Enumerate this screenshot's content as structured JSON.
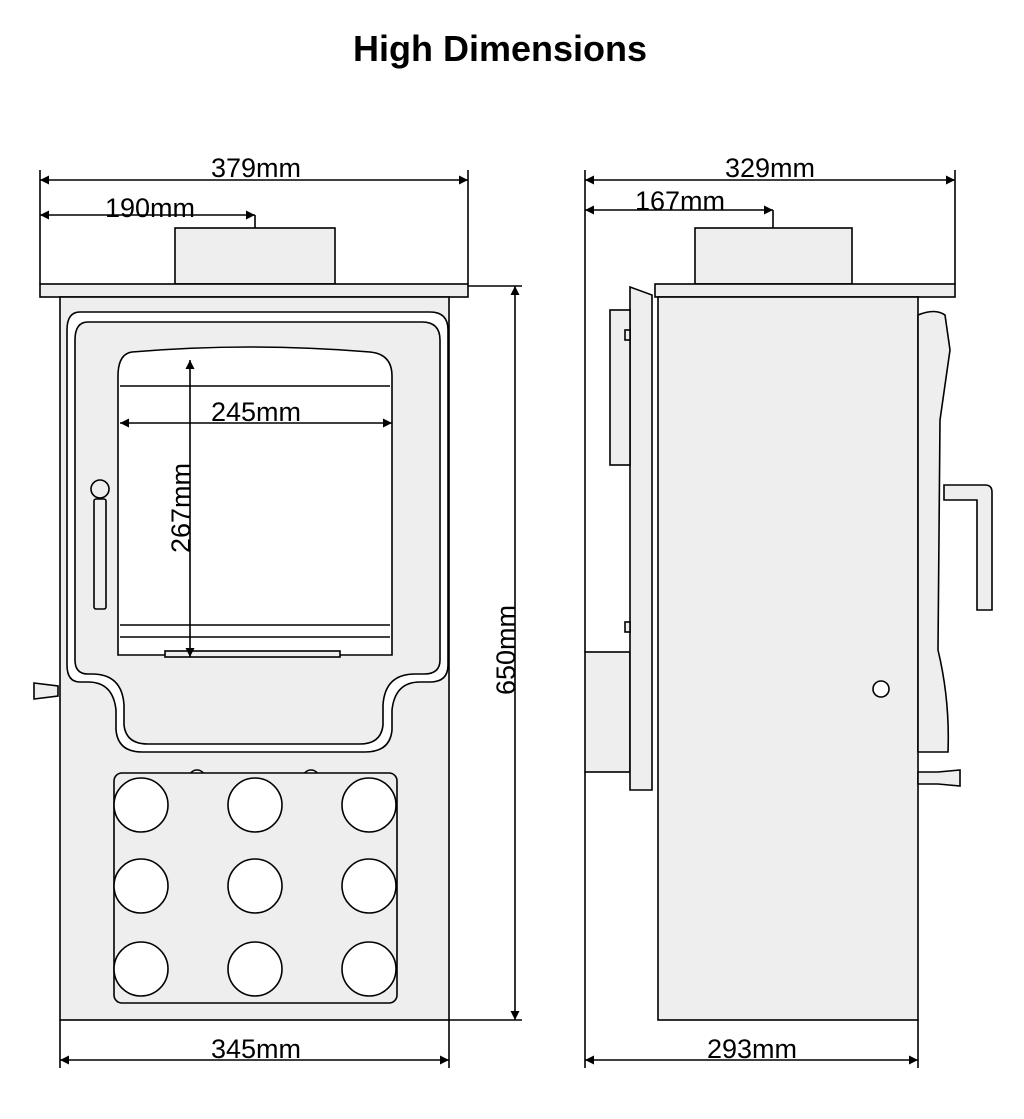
{
  "title": "High Dimensions",
  "dimensions": {
    "front_overall_width": "379mm",
    "front_flue_offset": "190mm",
    "front_glass_width": "245mm",
    "front_glass_height": "267mm",
    "overall_height": "650mm",
    "front_body_width": "345mm",
    "side_overall_depth": "329mm",
    "side_flue_offset": "167mm",
    "side_body_depth": "293mm"
  },
  "colors": {
    "fill": "#eeeeee",
    "line": "#000000"
  }
}
